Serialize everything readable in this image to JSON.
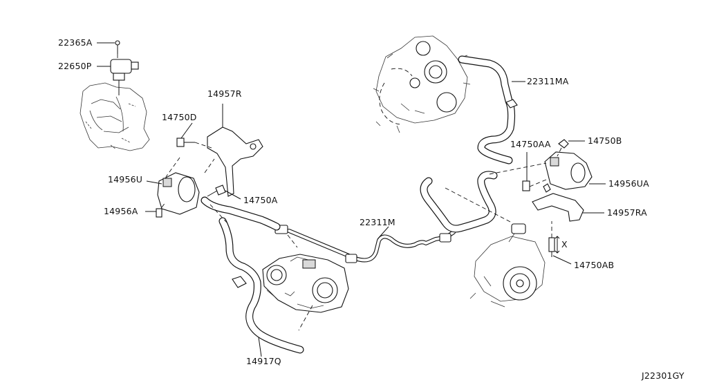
{
  "diagram": {
    "part_labels": {
      "p22365A": "22365A",
      "p22650P": "22650P",
      "p14957R": "14957R",
      "p14750D": "14750D",
      "p14956U": "14956U",
      "p14750A": "14750A",
      "p14956A": "14956A",
      "p22311M": "22311M",
      "p14917Q": "14917Q",
      "p22311MA": "22311MA",
      "p14750AA": "14750AA",
      "p14750B": "14750B",
      "p14956UA": "14956UA",
      "p14957RA": "14957RA",
      "p14750AB": "14750AB"
    },
    "dimension_mark": "X",
    "diagram_code": "J22301GY"
  }
}
